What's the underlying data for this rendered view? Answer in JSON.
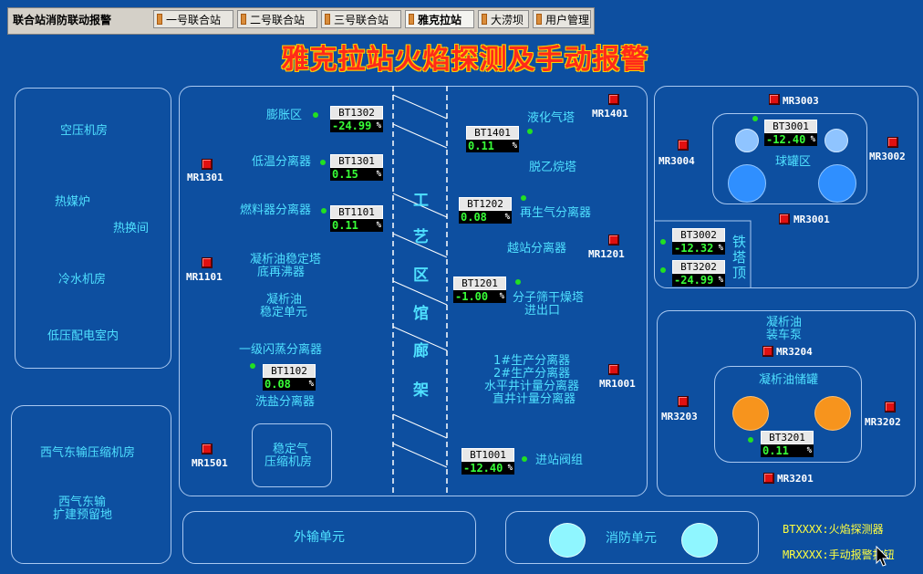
{
  "app_title": "联合站消防联动报警",
  "tabs": [
    "一号联合站",
    "二号联合站",
    "三号联合站",
    "雅克拉站",
    "大涝坝",
    "用户管理"
  ],
  "active_tab": "雅克拉站",
  "page_title": "雅克拉站火焰探测及手动报警",
  "left_panel": {
    "a": "空压机房",
    "b": "热媒炉",
    "c": "热换间",
    "d": "冷水机房",
    "e": "低压配电室内"
  },
  "left_panel2": {
    "a": "西气东输压缩机房",
    "b1": "西气东输",
    "b2": "扩建预留地"
  },
  "mid": {
    "l1": "膨胀区",
    "l2": "低温分离器",
    "l3": "燃料器分离器",
    "l4a": "凝析油稳定塔",
    "l4b": "底再沸器",
    "l5a": "凝析油",
    "l5b": "稳定单元",
    "l6": "一级闪蒸分离器",
    "l7": "洗盐分离器",
    "l8a": "稳定气",
    "l8b": "压缩机房",
    "corridor": [
      "工",
      "艺",
      "区",
      "馆",
      "廊",
      "架"
    ],
    "r1": "液化气塔",
    "r2": "脱乙烷塔",
    "r3": "再生气分离器",
    "r4": "越站分离器",
    "r5a": "分子筛干燥塔",
    "r5b": "进出口",
    "r6a": "1#生产分离器",
    "r6b": "2#生产分离器",
    "r6c": "水平井计量分离器",
    "r6d": "直井计量分离器",
    "r7": "进站阀组"
  },
  "detectors": {
    "BT1302": {
      "name": "BT1302",
      "value": "-24.99",
      "unit": "%"
    },
    "BT1301": {
      "name": "BT1301",
      "value": "0.15",
      "unit": "%"
    },
    "BT1101": {
      "name": "BT1101",
      "value": "0.11",
      "unit": "%"
    },
    "BT1102": {
      "name": "BT1102",
      "value": "0.08",
      "unit": "%"
    },
    "BT1401": {
      "name": "BT1401",
      "value": "0.11",
      "unit": "%"
    },
    "BT1202": {
      "name": "BT1202",
      "value": "0.08",
      "unit": "%"
    },
    "BT1201": {
      "name": "BT1201",
      "value": "-1.00",
      "unit": "%"
    },
    "BT1001": {
      "name": "BT1001",
      "value": "-12.40",
      "unit": "%"
    },
    "BT3001": {
      "name": "BT3001",
      "value": "-12.40",
      "unit": "%"
    },
    "BT3002": {
      "name": "BT3002",
      "value": "-12.32",
      "unit": "%"
    },
    "BT3202": {
      "name": "BT3202",
      "value": "-24.99",
      "unit": "%"
    },
    "BT3201": {
      "name": "BT3201",
      "value": "0.11",
      "unit": "%"
    }
  },
  "alarms": {
    "MR1301": "MR1301",
    "MR1101": "MR1101",
    "MR1501": "MR1501",
    "MR1401": "MR1401",
    "MR1201": "MR1201",
    "MR1001": "MR1001",
    "MR3003": "MR3003",
    "MR3004": "MR3004",
    "MR3002": "MR3002",
    "MR3001": "MR3001",
    "MR3204": "MR3204",
    "MR3203": "MR3203",
    "MR3202": "MR3202",
    "MR3201": "MR3201"
  },
  "right": {
    "sphere_area": "球罐区",
    "tower_top": [
      "铁",
      "塔",
      "顶"
    ],
    "load_a": "凝析油",
    "load_b": "装车泵",
    "storage": "凝析油储罐"
  },
  "bottom": {
    "export": "外输单元",
    "fire": "消防单元"
  },
  "legend": {
    "bt": "BTXXXX:火焰探测器",
    "mr": "MRXXXX:手动报警按钮"
  },
  "colors": {
    "background": "#0d4fa0",
    "label": "#4fe0ff",
    "alarm": "#e01010",
    "legend": "#ffff40"
  }
}
